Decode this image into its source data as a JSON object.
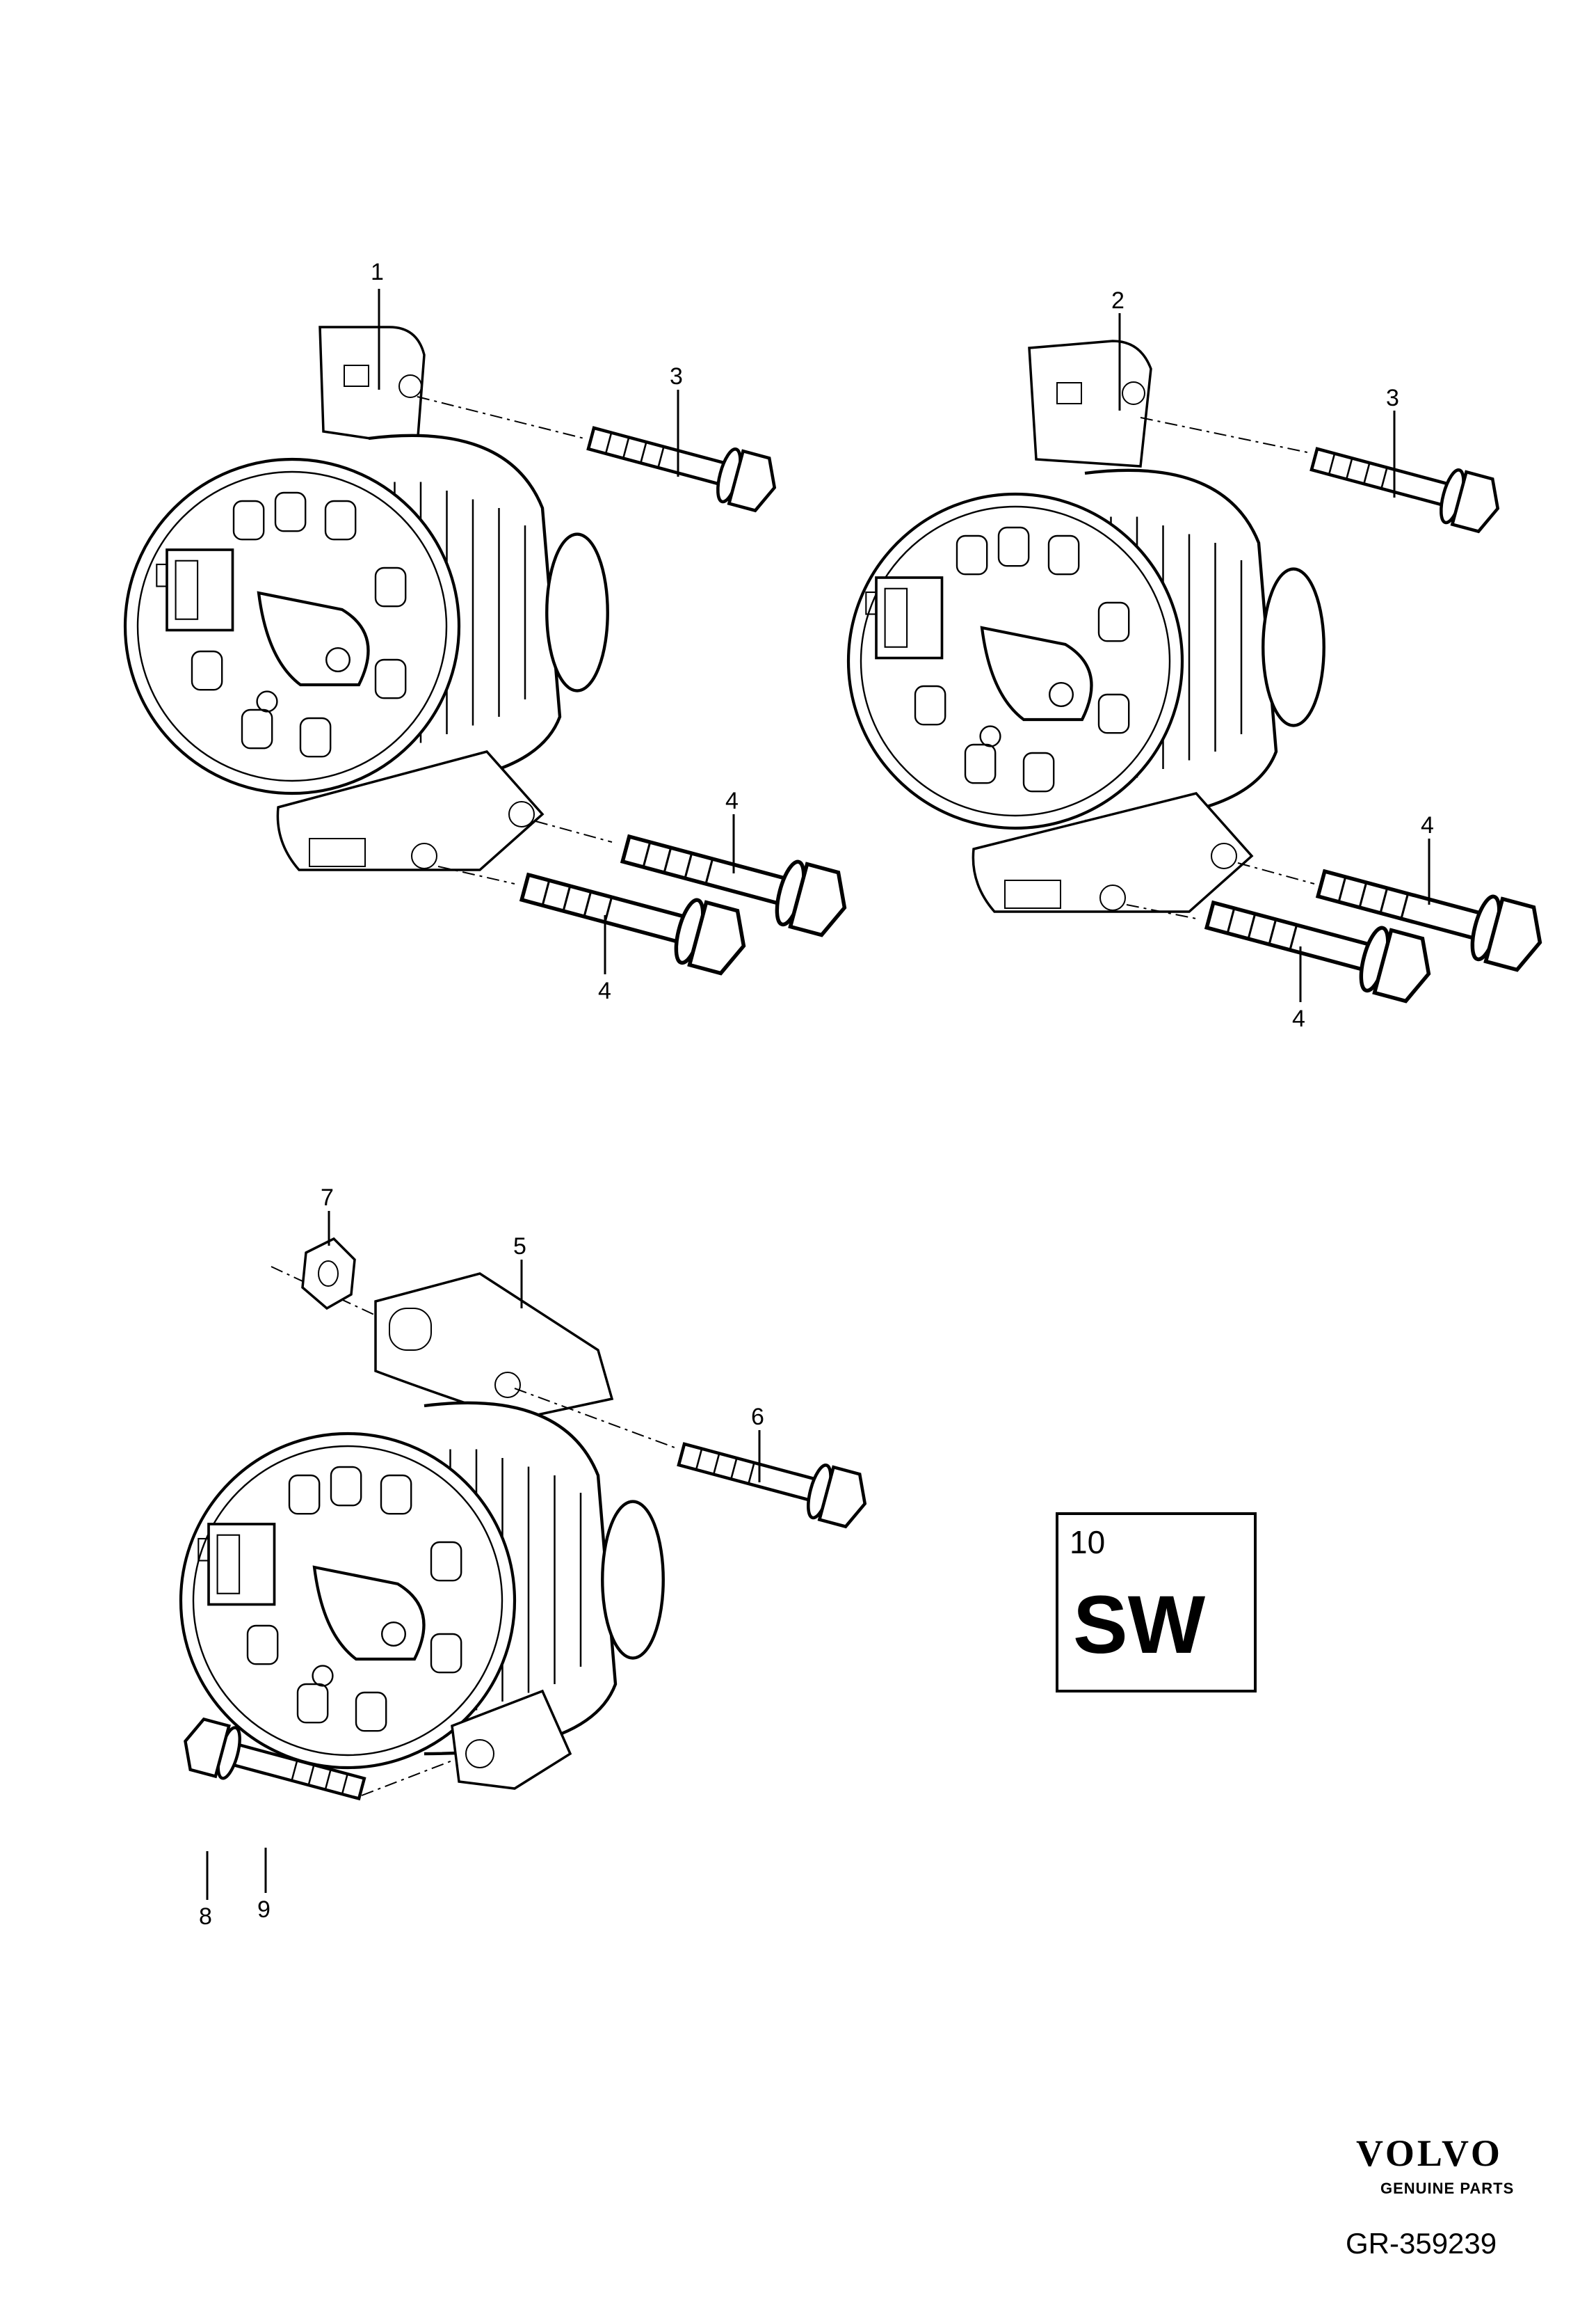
{
  "callouts": {
    "c1": "1",
    "c2": "2",
    "c3a": "3",
    "c3b": "3",
    "c4a": "4",
    "c4b": "4",
    "c4c": "4",
    "c4d": "4",
    "c5": "5",
    "c6": "6",
    "c7": "7",
    "c8": "8",
    "c9": "9"
  },
  "sw_box": {
    "number": "10",
    "label": "SW"
  },
  "footer": {
    "brand": "VOLVO",
    "tagline": "GENUINE PARTS",
    "reference": "GR-359239"
  }
}
